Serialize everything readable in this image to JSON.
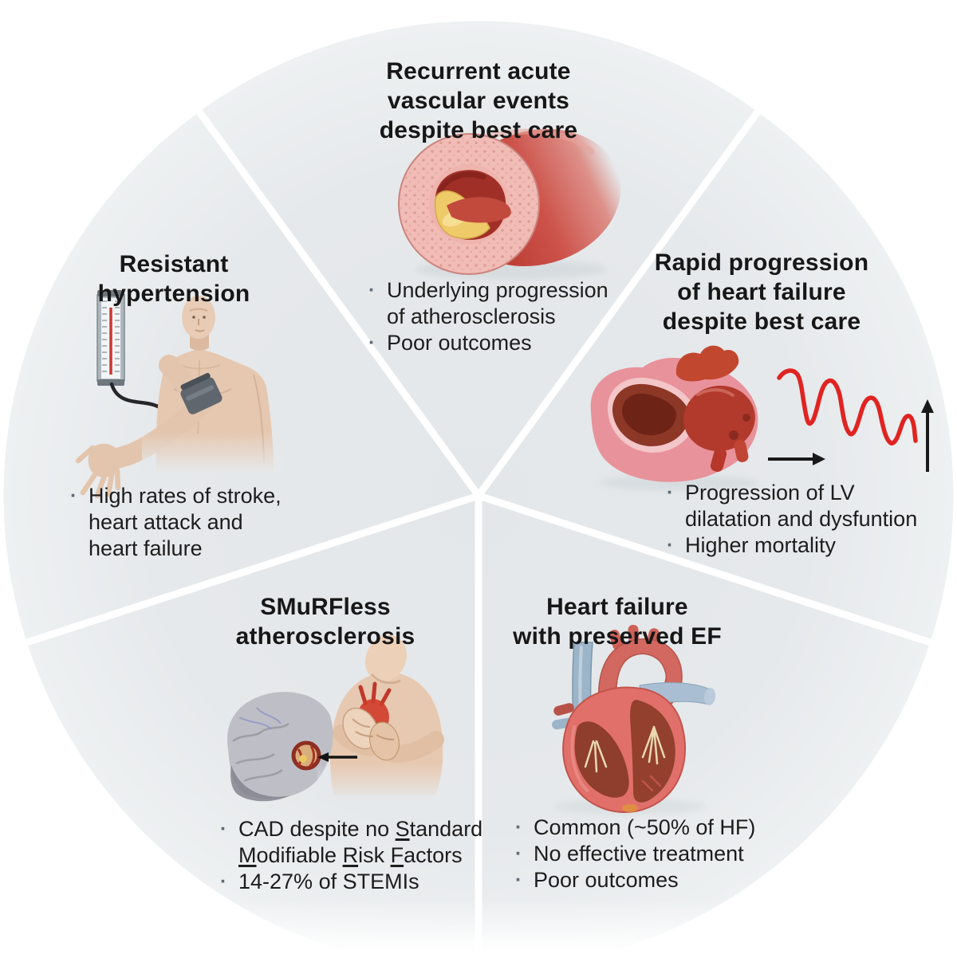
{
  "ui": {
    "bullet_char": "·",
    "background": "#ffffff",
    "wedge_fill": "#e6e9eb",
    "divider_color": "#ffffff",
    "text_color": "#171717",
    "accent_red": "#e02421",
    "arrow_color": "#1a1a1a"
  },
  "wedges": {
    "top": {
      "title": "Recurrent acute\nvascular events\ndespite best care",
      "icon": "artery-atherosclerosis-illustration",
      "bullets": [
        "Underlying progression\nof atherosclerosis",
        "Poor outcomes"
      ]
    },
    "right": {
      "title": "Rapid progression\nof heart failure\ndespite best care",
      "icon": "dilated-heart-illustration / declining-function-curve-icon / right-arrow-icon / up-arrow-icon",
      "bullets": [
        "Progression of LV\ndilatation and dysfuntion",
        "Higher mortality"
      ]
    },
    "bottom_right": {
      "title": "Heart failure\nwith preserved EF",
      "icon": "heart-anatomy-illustration",
      "bullets": [
        "Common (~50% of HF)",
        "No effective treatment",
        "Poor outcomes"
      ]
    },
    "bottom_left": {
      "title": "SMuRFless\natherosclerosis",
      "icon": "chest-pain-brain-plaque-illustration / left-arrow-icon",
      "bullet1_segments": [
        {
          "t": "CAD despite no "
        },
        {
          "t": "S",
          "u": true
        },
        {
          "t": "tandard\n"
        },
        {
          "t": "M",
          "u": true
        },
        {
          "t": "odifiable "
        },
        {
          "t": "R",
          "u": true
        },
        {
          "t": "isk "
        },
        {
          "t": "F",
          "u": true
        },
        {
          "t": "actors"
        }
      ],
      "bullet2": "14-27% of STEMIs"
    },
    "left": {
      "title": "Resistant\nhypertension",
      "icon": "blood-pressure-measurement-illustration",
      "bullets": [
        "High rates of stroke,\nheart attack and\nheart failure"
      ]
    }
  }
}
